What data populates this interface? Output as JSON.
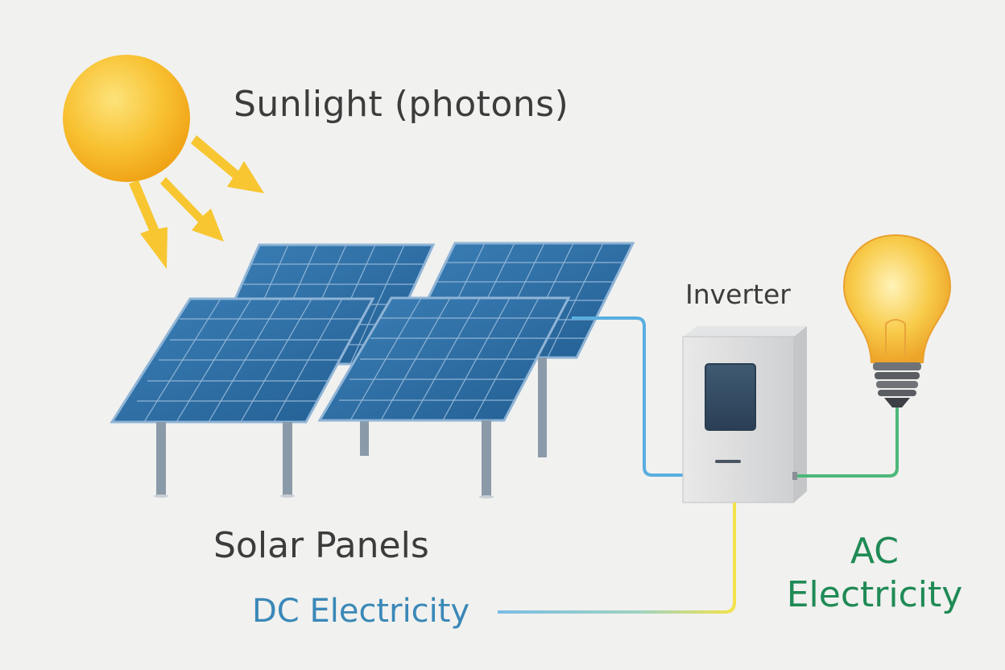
{
  "labels": {
    "sunlight": "Sunlight (photons)",
    "solar_panels": "Solar Panels",
    "inverter": "Inverter",
    "dc_electricity": "DC Electricity",
    "ac_line1": "AC",
    "ac_line2": "Electricity"
  },
  "colors": {
    "background": "#f1f1ef",
    "sun": "#f6b922",
    "rays": "#f7c631",
    "panel": "#2f6ea3",
    "panel_grid": "#8fb4d6",
    "frame": "#8a9aa8",
    "dc_wire": "#5aaee0",
    "ac_wire": "#4cb87a",
    "inverter_output_wire": "#f2e04a",
    "bulb": "#f7c340",
    "ac_text": "#1f8a55",
    "dc_text": "#3a88b8"
  },
  "icons": [
    "sun-icon",
    "solar-panel-icon",
    "inverter-icon",
    "light-bulb-icon"
  ]
}
